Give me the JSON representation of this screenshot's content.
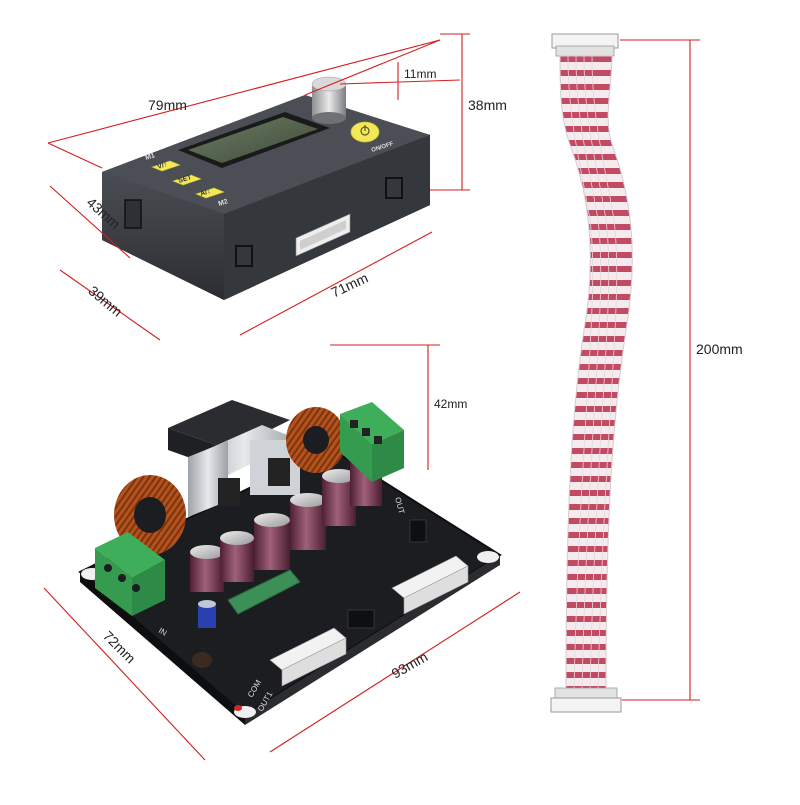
{
  "dimensions": {
    "display_width": "79mm",
    "knob_height": "11mm",
    "display_height": "38mm",
    "display_side": "43mm",
    "display_depth": "39mm",
    "display_front": "71mm",
    "board_height": "42mm",
    "board_side": "72mm",
    "board_front": "93mm",
    "cable_length": "200mm"
  },
  "panel_labels": {
    "m1": "M1",
    "m2": "M2",
    "btn_v": "V/↑",
    "btn_set": "SET",
    "btn_a": "A/↓",
    "power": "ON/OFF"
  },
  "board_labels": {
    "out": "OUT",
    "in": "IN",
    "com": "COM",
    "out1": "OUT1"
  },
  "colors": {
    "dimension_line": "#d21f1f",
    "housing": "#3c3f44",
    "lcd_bezel": "#1a1a1a",
    "lcd_screen": "#5a6b52",
    "button_yellow": "#f3e85a",
    "pcb": "#1b1d20",
    "terminal_green": "#3fae5a",
    "copper_coil": "#b5521c",
    "capacitor": "#7a3a52",
    "cable_white": "#f4ecef",
    "cable_red": "#c24a63"
  }
}
